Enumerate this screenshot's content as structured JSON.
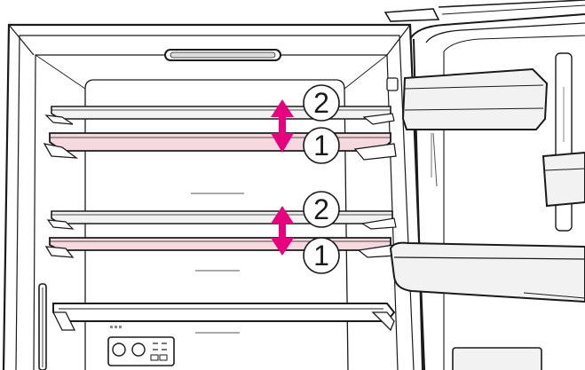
{
  "illustration": {
    "subject": "refrigerator-shelf-height-adjustment",
    "colors": {
      "outline": "#1a1a1a",
      "shelf_current": "#f6d8df",
      "shelf_alternate": "#f2f2f2",
      "arrow": "#e6007e",
      "background": "#ffffff"
    }
  },
  "upper_shelf": {
    "position_2_label": "2",
    "position_1_label": "1"
  },
  "lower_shelf": {
    "position_2_label": "2",
    "position_1_label": "1"
  }
}
